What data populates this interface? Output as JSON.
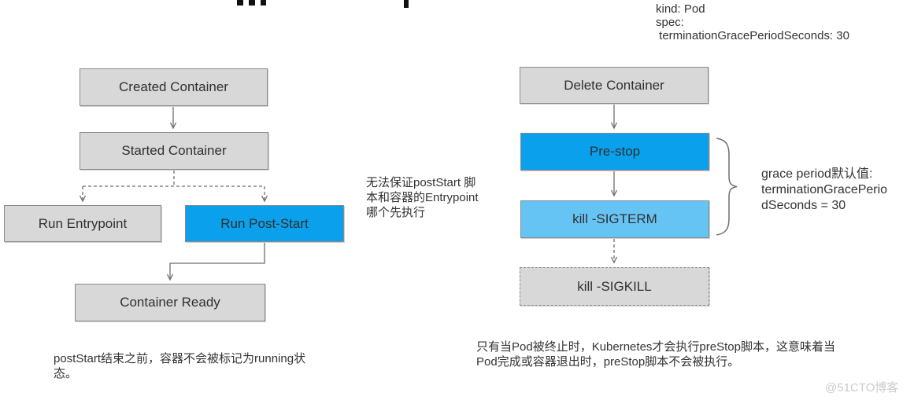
{
  "watermark": "@51CTO博客",
  "left_flow": {
    "nodes": {
      "created": "Created Container",
      "started": "Started Container",
      "run_entrypoint": "Run Entrypoint",
      "run_post_start": "Run Post-Start",
      "container_ready": "Container Ready"
    },
    "race_annotation": "无法保证postStart 脚\n本和容器的Entrypoint\n哪个先执行",
    "bottom_note": "postStart结束之前，容器不会被标记为running状\n态。"
  },
  "right_flow": {
    "yaml_snippet": "kind: Pod\nspec:\n terminationGracePeriodSeconds: 30",
    "nodes": {
      "delete_container": "Delete Container",
      "pre_stop": "Pre-stop",
      "kill_sigterm": "kill -SIGTERM",
      "kill_sigkill": "kill -SIGKILL"
    },
    "grace_note": "grace period默认值:\nterminationGracePerio\ndSeconds = 30",
    "bottom_note": "只有当Pod被终止时，Kubernetes才会执行preStop脚本，这意味着当\nPod完成或容器退出时，preStop脚本不会被执行。"
  },
  "colors": {
    "node_gray_fill": "#d8d8d8",
    "node_blue_fill": "#0aa0ec",
    "node_light_blue_fill": "#66c4f5",
    "node_border": "#8a8a8a",
    "connector": "#6e6e6e",
    "text": "#303030",
    "watermark": "#cccccc"
  }
}
